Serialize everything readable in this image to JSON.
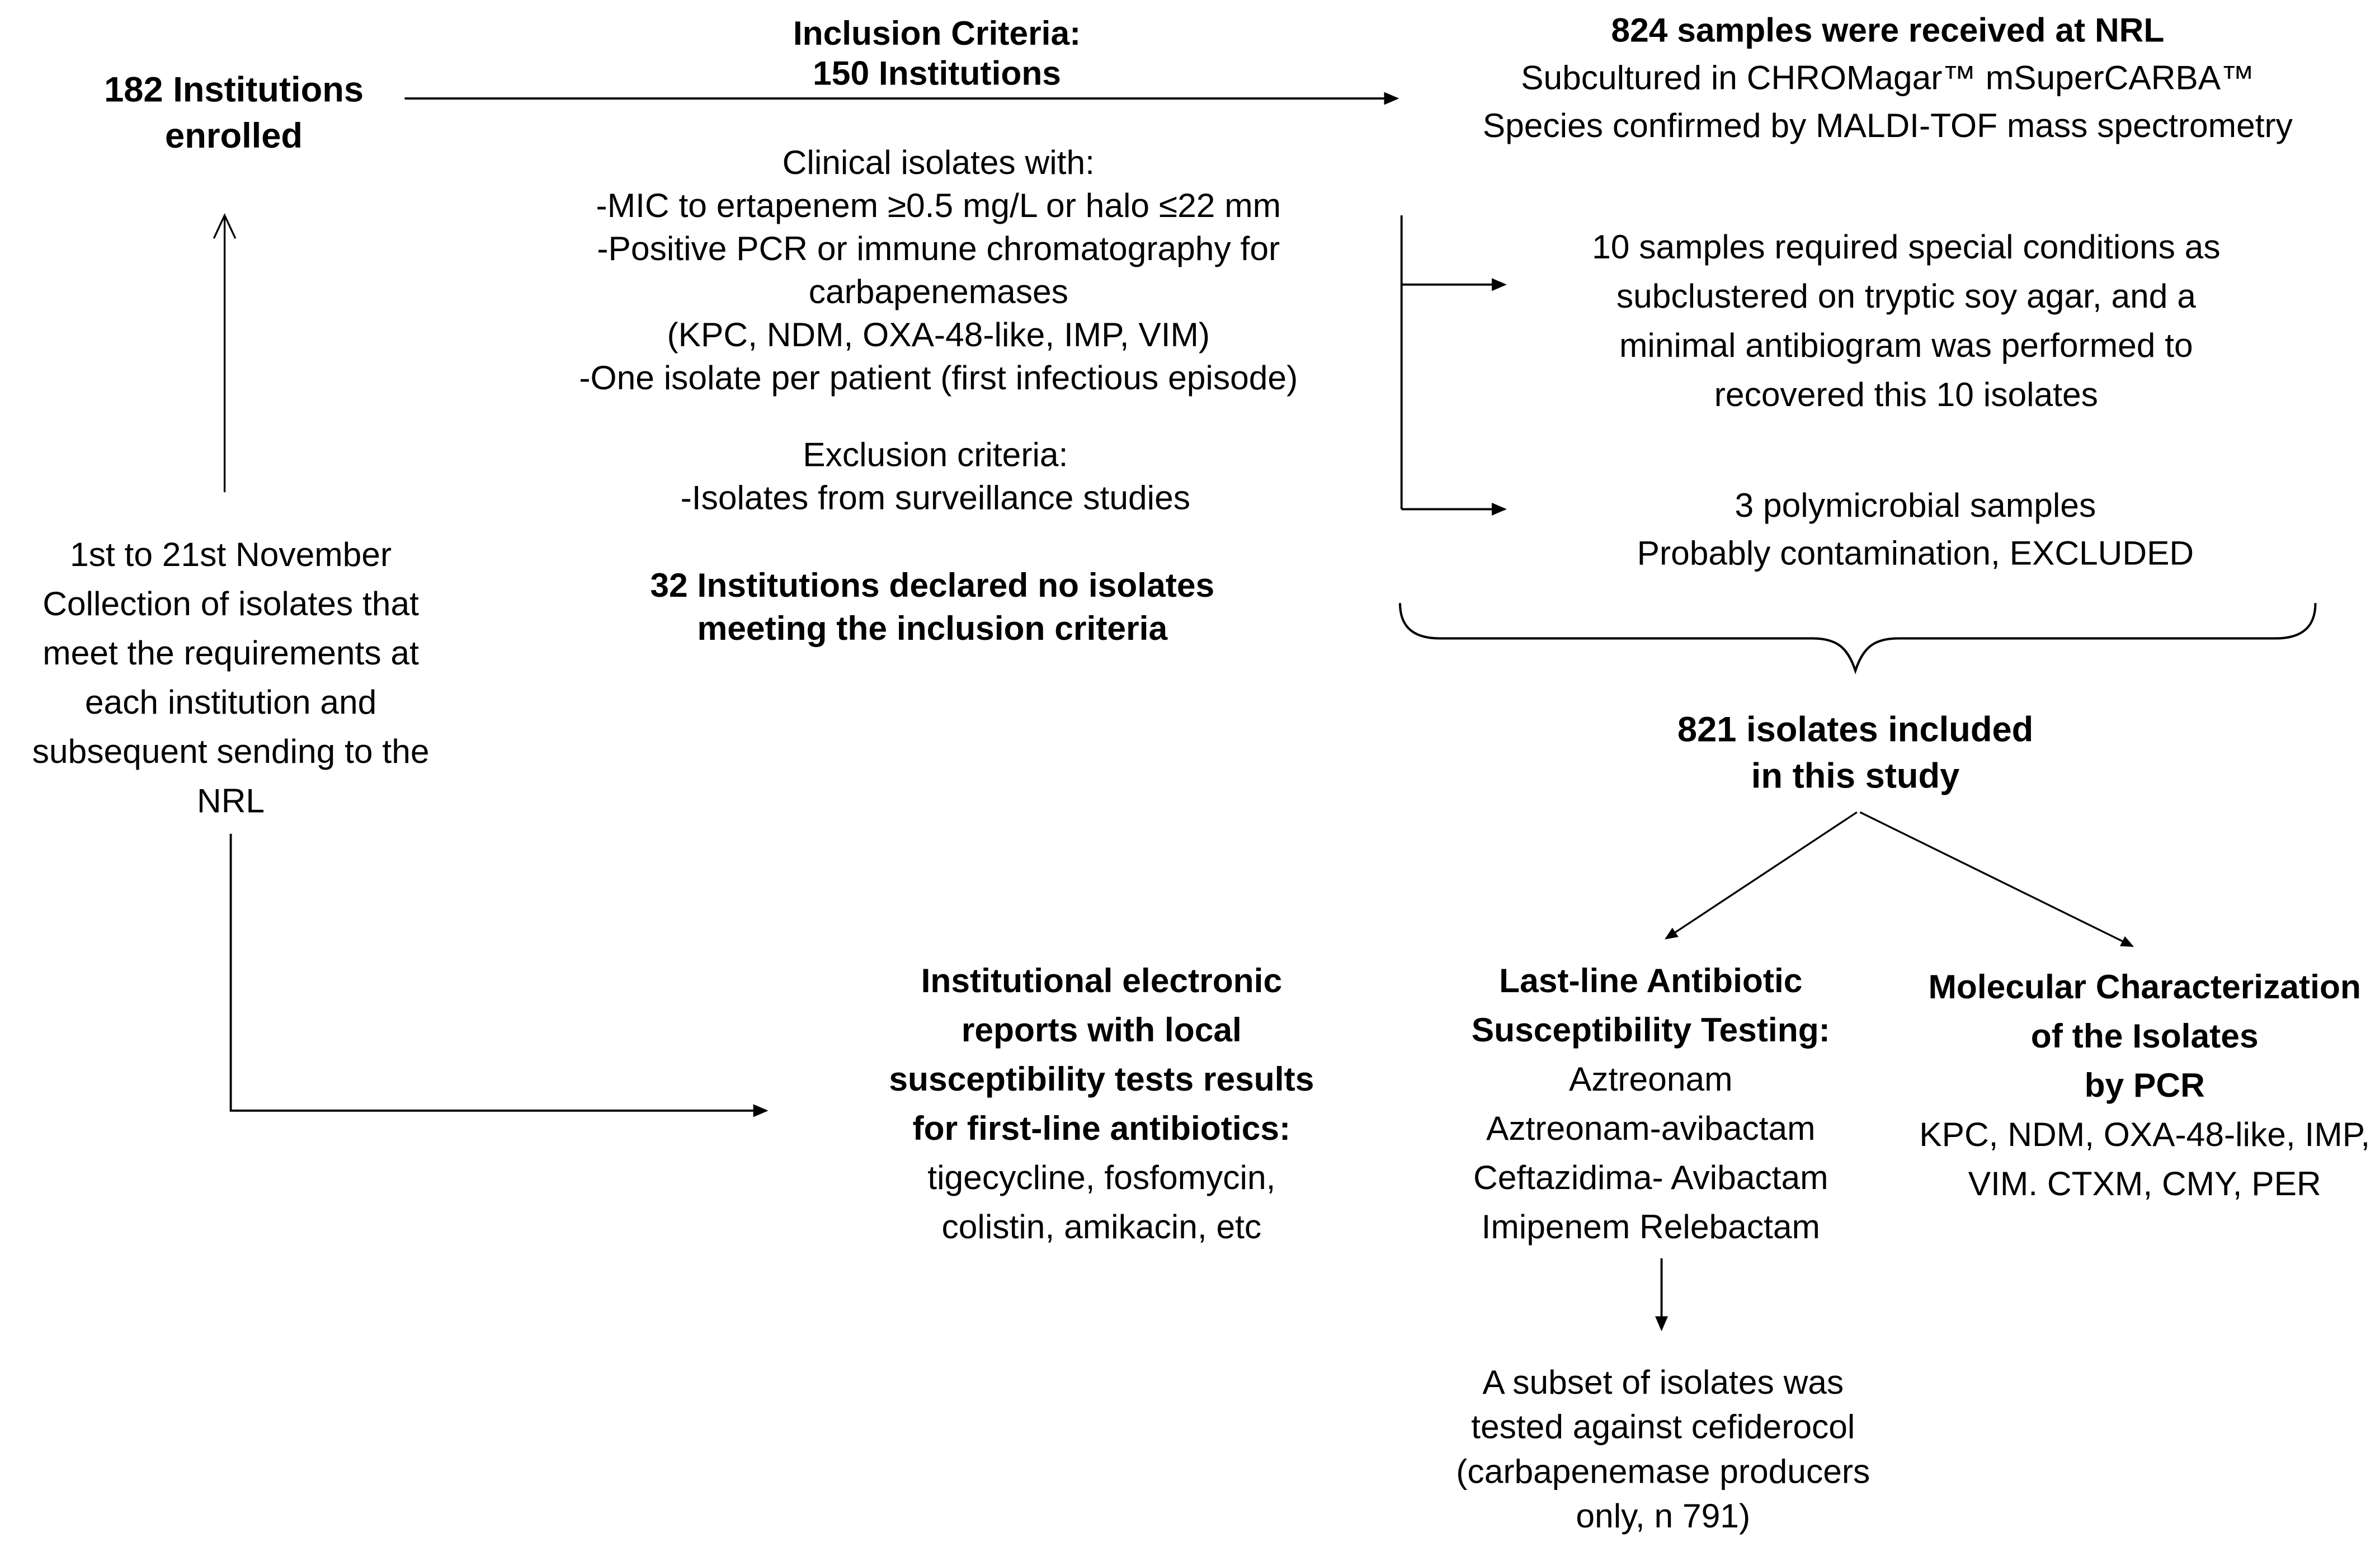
{
  "page": {
    "background": "#ffffff",
    "ink": "#000000"
  },
  "nodes": {
    "enrolled": {
      "lines": [
        "182 Institutions",
        "enrolled"
      ]
    },
    "inclusion_header": {
      "lines": [
        "Inclusion Criteria:",
        "150 Institutions"
      ]
    },
    "received": {
      "title": "824 samples were received at NRL",
      "lines": [
        "Subcultured in CHROMagar™ mSuperCARBA™",
        "Species confirmed by MALDI-TOF mass spectrometry"
      ]
    },
    "inclusion_detail": {
      "lines": [
        "Clinical isolates with:",
        "-MIC to ertapenem ≥0.5 mg/L or halo ≤22 mm",
        "-Positive PCR or immune chromatography for",
        "carbapenemases",
        "(KPC, NDM, OXA-48-like, IMP, VIM)",
        "-One isolate per patient (first infectious episode)"
      ]
    },
    "exclusion": {
      "lines": [
        "Exclusion criteria:",
        "-Isolates from surveillance studies"
      ]
    },
    "no_isolates": {
      "lines": [
        "32 Institutions declared no isolates",
        "meeting the inclusion criteria"
      ]
    },
    "special_conditions": {
      "lines": [
        "10 samples required special conditions as",
        "subclustered on tryptic soy agar, and a",
        "minimal antibiogram was performed to",
        "recovered this 10 isolates"
      ]
    },
    "polymicrobial": {
      "lines": [
        "3 polymicrobial samples",
        "Probably contamination, EXCLUDED"
      ]
    },
    "included": {
      "lines": [
        "821 isolates included",
        "in this study"
      ]
    },
    "collection": {
      "lines": [
        "1st to 21st November",
        "Collection of isolates that",
        "meet the requirements at",
        "each institution and",
        "subsequent sending to the",
        "NRL"
      ]
    },
    "reports": {
      "bold_lines": [
        "Institutional electronic",
        "reports with local",
        "susceptibility tests results",
        "for first-line antibiotics:"
      ],
      "lines": [
        "tigecycline, fosfomycin,",
        "colistin, amikacin, etc"
      ]
    },
    "last_line": {
      "bold_lines": [
        "Last-line Antibiotic",
        "Susceptibility Testing:"
      ],
      "lines": [
        "Aztreonam",
        "Aztreonam-avibactam",
        "Ceftazidima- Avibactam",
        "Imipenem Relebactam"
      ]
    },
    "molecular": {
      "bold_lines": [
        "Molecular Characterization",
        "of the Isolates",
        "by PCR"
      ],
      "lines": [
        "KPC, NDM, OXA-48-like, IMP,",
        "VIM. CTXM, CMY, PER"
      ]
    },
    "cefiderocol": {
      "lines": [
        "A subset of isolates was",
        "tested against cefiderocol",
        "(carbapenemase producers",
        "only, n 791)"
      ]
    }
  }
}
